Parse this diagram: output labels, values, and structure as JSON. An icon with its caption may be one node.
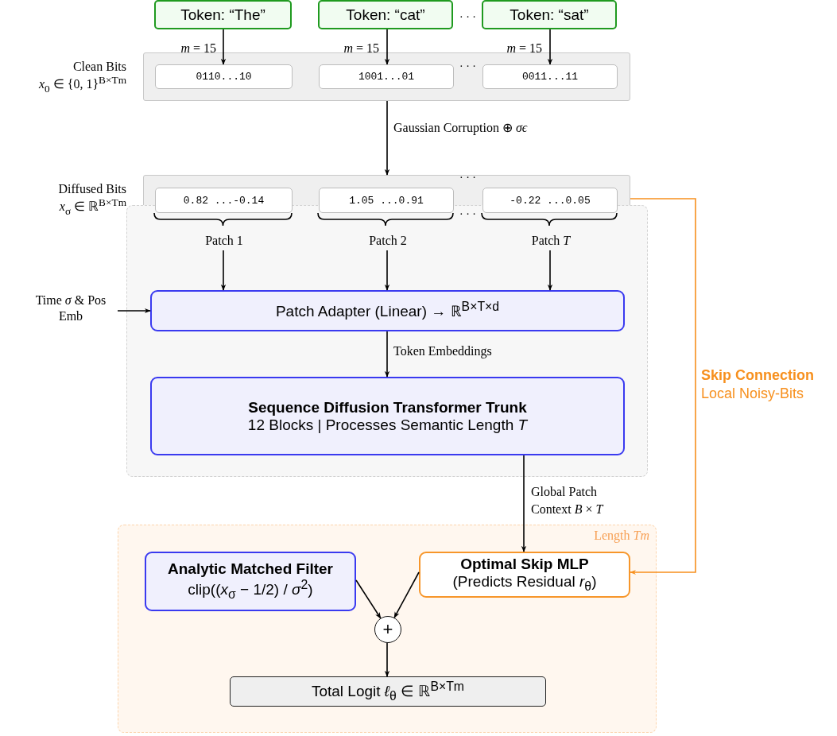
{
  "diagram": {
    "nodes": [
      {
        "text": [
          "Token: “The”"
        ]
      },
      {
        "text": [
          "Token: “cat”"
        ]
      },
      {
        "text": [
          "Token: “sat”"
        ]
      },
      {
        "text": [
          "Clean Bits",
          "*x*$_{0}$ ∈ {0, 1}$^{B×Tm}$"
        ]
      },
      {
        "text": [
          "0110...10"
        ],
        "in": 3
      },
      {
        "text": [
          "1001...01"
        ],
        "in": 3
      },
      {
        "text": [
          "0011...11"
        ],
        "in": 3
      },
      {
        "text": [
          "Diffused Bits",
          "*x*$_{σ}$ ∈ ℝ$^{B×Tm}$"
        ]
      },
      {
        "text": [
          "0.82 ...-0.14"
        ],
        "in": 7
      },
      {
        "text": [
          "1.05 ...0.91"
        ],
        "in": 7
      },
      {
        "text": [
          "-0.22 ...0.05"
        ],
        "in": 7
      },
      {
        "text": [],
        "shape": "box"
      },
      {
        "text": [
          "Patch 1"
        ],
        "in": 11
      },
      {
        "text": [
          "Patch 2"
        ],
        "in": 11
      },
      {
        "text": [
          "Patch *T*"
        ],
        "in": 11
      },
      {
        "text": [
          "Time *σ* & Pos Emb"
        ]
      },
      {
        "text": [
          "Patch Adapter (Linear) → ℝ$^{B×T×d}$"
        ],
        "in": 11
      },
      {
        "text": [
          "Sequence Diffusion Transformer Trunk",
          "12 Blocks | Processes Semantic Length *T*"
        ],
        "in": 11
      },
      {
        "text": [
          "Length *Tm*"
        ]
      },
      {
        "text": [
          "Analytic Matched Filter",
          "clip((*x*$_{σ}$ − 1/2) / *σ*$^{2}$)"
        ],
        "in": 18
      },
      {
        "text": [
          "Optimal Skip MLP",
          "(Predicts Residual *r*$_{θ}$)"
        ],
        "in": 18
      },
      {
        "text": [
          "+"
        ],
        "in": 18
      },
      {
        "text": [
          "Total Logit *ℓ*$_{θ}$ ∈ ℝ$^{B×Tm}$"
        ],
        "in": 18
      }
    ],
    "edges": [
      {
        "from": 0,
        "to": 4,
        "arrow": "to",
        "label": "*m* = 15"
      },
      {
        "from": 1,
        "to": 5,
        "arrow": "to",
        "label": "*m* = 15"
      },
      {
        "from": 2,
        "to": 6,
        "arrow": "to",
        "label": "*m* = 15"
      },
      {
        "from": 3,
        "to": 7,
        "arrow": "to",
        "label": "Gaussian Corruption ⊕ *σϵ*"
      },
      {
        "from": 12,
        "to": 16,
        "arrow": "to"
      },
      {
        "from": 13,
        "to": 16,
        "arrow": "to"
      },
      {
        "from": 14,
        "to": 16,
        "arrow": "to"
      },
      {
        "from": 15,
        "to": 16,
        "arrow": "to"
      },
      {
        "from": 16,
        "to": 17,
        "arrow": "to",
        "label": "Token Embeddings"
      },
      {
        "from": 17,
        "to": 20,
        "arrow": "to",
        "label": "Global Patch Context *B* × *T*"
      },
      {
        "from": 7,
        "to": 20,
        "arrow": "to",
        "label": "**Skip Connection** Local Noisy-Bits",
        "color": "#f7901e"
      },
      {
        "from": 19,
        "to": 21,
        "arrow": "to"
      },
      {
        "from": 20,
        "to": 21,
        "arrow": "to"
      },
      {
        "from": 21,
        "to": 22,
        "arrow": "to"
      }
    ],
    "labels": [
      "· · ·",
      "· · ·",
      "· · ·",
      "· · ·"
    ]
  }
}
